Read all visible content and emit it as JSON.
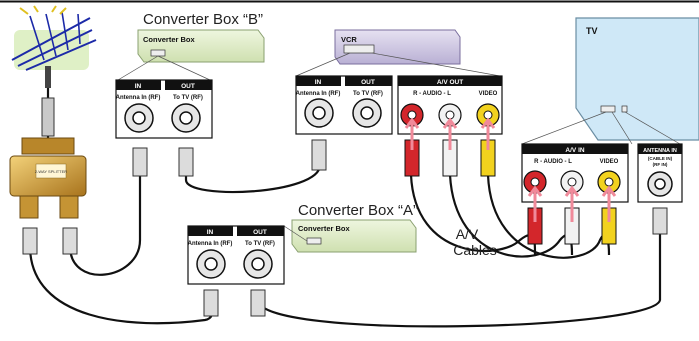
{
  "labels": {
    "converter_b": "Converter Box “B”",
    "converter_a": "Converter Box “A”",
    "av_cables_line1": "A/V",
    "av_cables_line2": "Cables"
  },
  "converter_box_b": {
    "name": "Converter Box",
    "in_header": "IN",
    "out_header": "OUT",
    "in_label": "Antenna In (RF)",
    "out_label": "To TV (RF)"
  },
  "converter_box_a": {
    "name": "Converter Box",
    "in_header": "IN",
    "out_header": "OUT",
    "in_label": "Antenna In (RF)",
    "out_label": "To TV (RF)"
  },
  "vcr": {
    "name": "VCR",
    "in_header": "IN",
    "out_header": "OUT",
    "in_label": "Antenna In (RF)",
    "out_label": "To TV (RF)",
    "av_out_header": "A/V OUT",
    "audio_label": "R  -  AUDIO  -  L",
    "video_label": "VIDEO"
  },
  "tv": {
    "name": "TV",
    "av_in_header": "A/V IN",
    "audio_label": "R  -  AUDIO  -  L",
    "video_label": "VIDEO",
    "antenna_header": "ANTENNA IN",
    "antenna_sub1": "(CABLE IN)",
    "antenna_sub2": "(RF IN)"
  },
  "splitter": {
    "label": "2-WAY SPLITTER"
  },
  "colors": {
    "box_green": "#e4f0cf",
    "box_purple": "#d8d2e8",
    "tv_blue": "#cfe8f7",
    "audio_red": "#d3262b",
    "audio_white": "#f2f2f2",
    "video_yellow": "#f2d21e",
    "splitter_gold": "#c9962b",
    "arrow_pink": "#f08a9a"
  }
}
